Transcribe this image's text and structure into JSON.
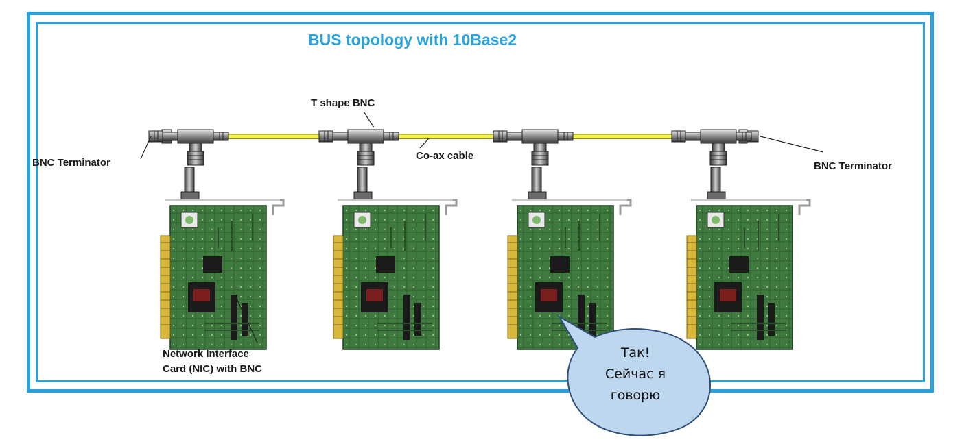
{
  "diagram": {
    "title": "BUS topology with 10Base2",
    "labels": {
      "t_shape": "T shape BNC",
      "coax": "Co-ax cable",
      "terminator_left": "BNC Terminator",
      "terminator_right": "BNC Terminator",
      "nic_line1": "Network Interface",
      "nic_line2": "Card (NIC) with BNC"
    },
    "speech_bubble": {
      "line1": "Так!",
      "line2": "Сейчас я",
      "line3": "говорю"
    },
    "colors": {
      "frame": "#29a3df",
      "title": "#29a3df",
      "cable": "#f2f04a",
      "pcb": "#3f7a3f",
      "bubble_fill": "#bdd7ee",
      "bubble_stroke": "#2e4f7a"
    }
  }
}
